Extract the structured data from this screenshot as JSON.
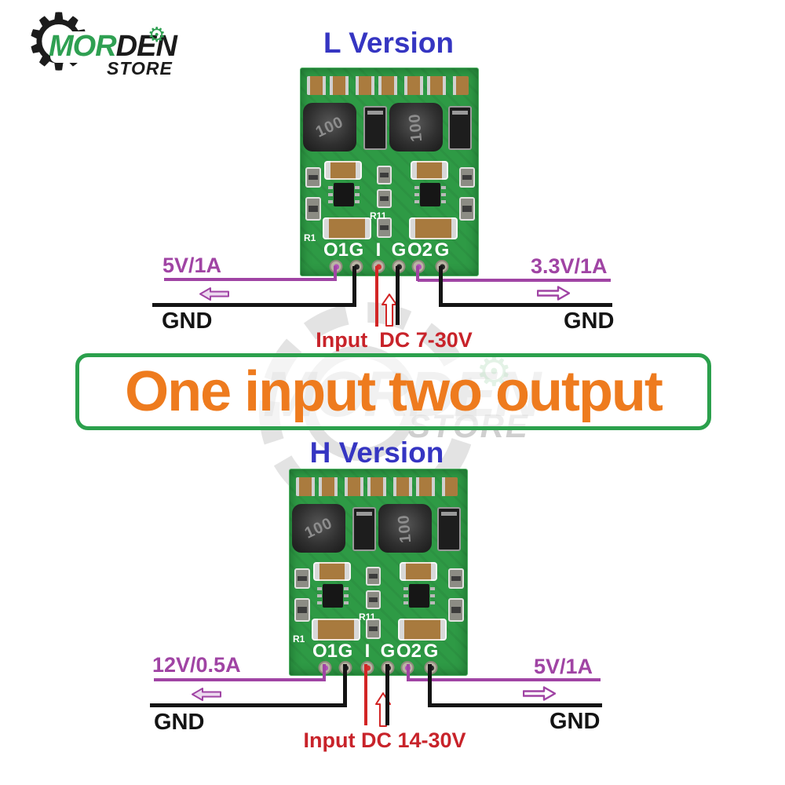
{
  "logo": {
    "brand_green": "MOR",
    "brand_black": "DEN",
    "store": "STORE"
  },
  "watermark": {
    "brand": "MORDEN",
    "store": "STORE"
  },
  "banner": {
    "text": "One input two output"
  },
  "colors": {
    "title_blue": "#3535c2",
    "output_purple": "#a044a4",
    "input_red": "#c8232a",
    "ground_black": "#141414",
    "banner_orange": "#ee7b1e",
    "banner_border_green": "#2ba04c",
    "pcb_green": "#2e9a45"
  },
  "sections": {
    "l": {
      "title": "L Version",
      "left_output": "5V/1A",
      "left_gnd": "GND",
      "right_output": "3.3V/1A",
      "right_gnd": "GND",
      "input": "Input  DC 7-30V",
      "board": {
        "pin_labels": [
          "O1",
          "G",
          "I",
          "G",
          "O2",
          "G"
        ],
        "inductor_marking": "100",
        "ref_r1": "R1",
        "ref_r11": "R11"
      }
    },
    "h": {
      "title": "H Version",
      "left_output": "12V/0.5A",
      "left_gnd": "GND",
      "right_output": "5V/1A",
      "right_gnd": "GND",
      "input": "Input DC 14-30V",
      "board": {
        "pin_labels": [
          "O1",
          "G",
          "I",
          "G",
          "O2",
          "G"
        ],
        "inductor_marking": "100",
        "ref_r1": "R1",
        "ref_r11": "R11"
      }
    }
  }
}
